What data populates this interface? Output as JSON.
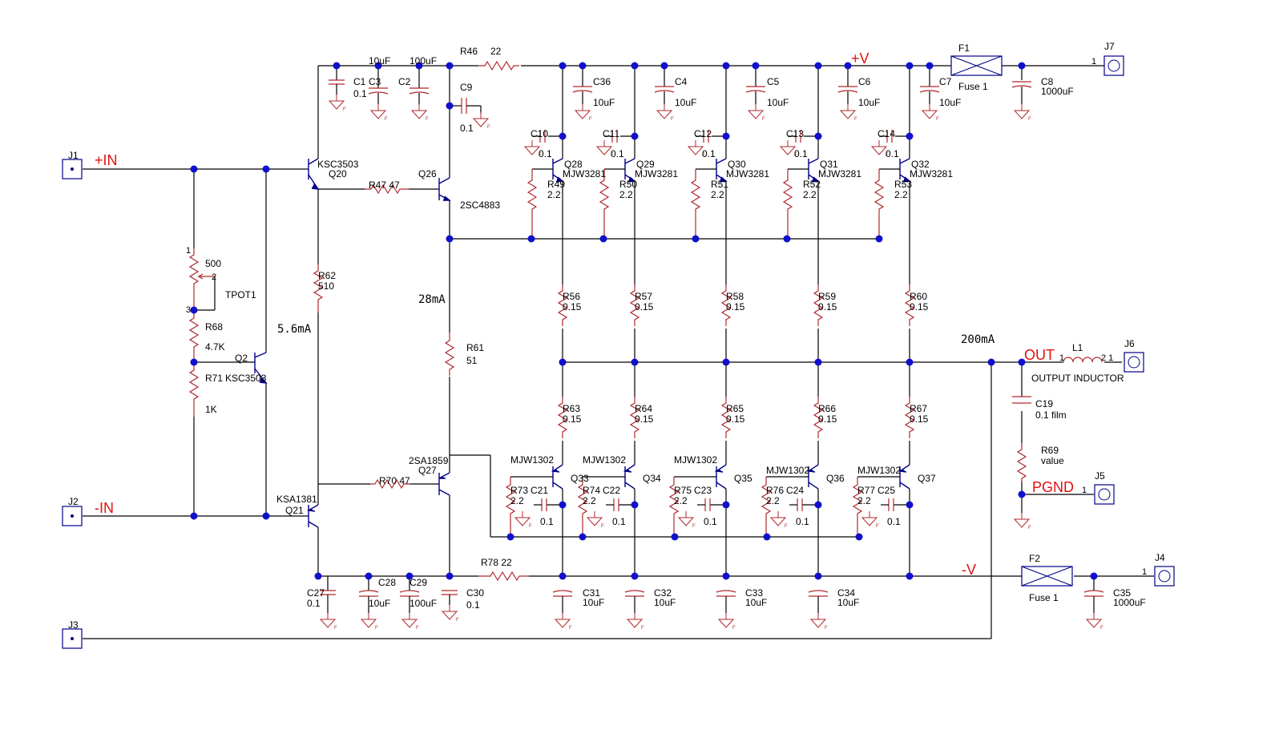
{
  "nets": {
    "pos_in": "+IN",
    "neg_in": "-IN",
    "pos_v": "+V",
    "neg_v": "-V",
    "out": "OUT",
    "pgnd": "PGND"
  },
  "annotations": {
    "i_vas": "5.6mA",
    "i_drv": "28mA",
    "i_bias": "200mA"
  },
  "connectors": {
    "j1": "J1",
    "j2": "J2",
    "j3": "J3",
    "j4": "J4",
    "j5": "J5",
    "j6": "J6",
    "j7": "J7",
    "pin1": "1"
  },
  "input_stage": {
    "q20": "Q20",
    "q20_part": "KSC3503",
    "q21": "Q21",
    "q21_part": "KSA1381",
    "q2": "Q2",
    "q2_part": "KSC3503",
    "tpot": "TPOT1",
    "tpot_val": "500",
    "tpot_p1": "1",
    "tpot_p2": "2",
    "tpot_p3": "3",
    "r68": "R68",
    "r68_val": "4.7K",
    "r71": "R71",
    "r71_val": "1K",
    "r62": "R62",
    "r62_val": "510",
    "r47": "R47 47",
    "r70": "R70 47"
  },
  "driver_stage": {
    "q26": "Q26",
    "q26_part": "2SC4883",
    "q27": "Q27",
    "q27_part": "2SA1859",
    "r61": "R61",
    "r61_val": "51",
    "r46": "R46",
    "r46_val": "22",
    "r78": "R78 22",
    "c9": "C9",
    "c9_val": "0.1"
  },
  "supply_caps": {
    "c1": "C1",
    "c1_val": "0.1",
    "c3": "C3",
    "c3_val": "10uF",
    "c2": "C2",
    "c2_val": "100uF",
    "c36": "C36",
    "c4": "C4",
    "c5": "C5",
    "c6": "C6",
    "c7": "C7",
    "cap_val": "10uF",
    "c8": "C8",
    "c8_val": "1000uF",
    "c27": "C27",
    "c27_val": "0.1",
    "c28": "C28",
    "c28_val": "10uF",
    "c29": "C29",
    "c29_val": "100uF",
    "c30": "C30",
    "c30_val": "0.1",
    "c31": "C31",
    "c32": "C32",
    "c33": "C33",
    "c34": "C34",
    "c35": "C35",
    "c35_val": "1000uF"
  },
  "fuses": {
    "f1": "F1",
    "f2": "F2",
    "fuse_val": "Fuse 1"
  },
  "output": {
    "l1": "L1",
    "l1_desc": "OUTPUT INDUCTOR",
    "l1_p1": "1",
    "l1_p2": "2 1",
    "c19": "C19",
    "c19_val": "0.1 film",
    "r69": "R69",
    "r69_val": "value"
  },
  "npn_devices": [
    {
      "q": "Q28",
      "part": "MJW3281",
      "rb": "R49",
      "rbv": "2.2",
      "re": "R56",
      "rev": "0.15",
      "c": "C10",
      "cv": "0.1"
    },
    {
      "q": "Q29",
      "part": "MJW3281",
      "rb": "R50",
      "rbv": "2.2",
      "re": "R57",
      "rev": "0.15",
      "c": "C11",
      "cv": "0.1"
    },
    {
      "q": "Q30",
      "part": "MJW3281",
      "rb": "R51",
      "rbv": "2.2",
      "re": "R58",
      "rev": "0.15",
      "c": "C12",
      "cv": "0.1"
    },
    {
      "q": "Q31",
      "part": "MJW3281",
      "rb": "R52",
      "rbv": "2.2",
      "re": "R59",
      "rev": "0.15",
      "c": "C13",
      "cv": "0.1"
    },
    {
      "q": "Q32",
      "part": "MJW3281",
      "rb": "R53",
      "rbv": "2.2",
      "re": "R60",
      "rev": "0.15",
      "c": "C14",
      "cv": "0.1"
    }
  ],
  "pnp_devices": [
    {
      "q": "Q33",
      "part": "MJW1302",
      "rb": "R73",
      "rbv": "2.2",
      "re": "R63",
      "rev": "0.15",
      "c": "C21",
      "cv": "0.1"
    },
    {
      "q": "Q34",
      "part": "MJW1302",
      "rb": "R74",
      "rbv": "2.2",
      "re": "R64",
      "rev": "0.15",
      "c": "C22",
      "cv": "0.1"
    },
    {
      "q": "Q35",
      "part": "MJW1302",
      "rb": "R75",
      "rbv": "2.2",
      "re": "R65",
      "rev": "0.15",
      "c": "C23",
      "cv": "0.1"
    },
    {
      "q": "Q36",
      "part": "MJW1302",
      "rb": "R76",
      "rbv": "2.2",
      "re": "R66",
      "rev": "0.15",
      "c": "C24",
      "cv": "0.1"
    },
    {
      "q": "Q37",
      "part": "MJW1302",
      "rb": "R77",
      "rbv": "2.2",
      "re": "R67",
      "rev": "0.15",
      "c": "C25",
      "cv": "0.1"
    }
  ]
}
